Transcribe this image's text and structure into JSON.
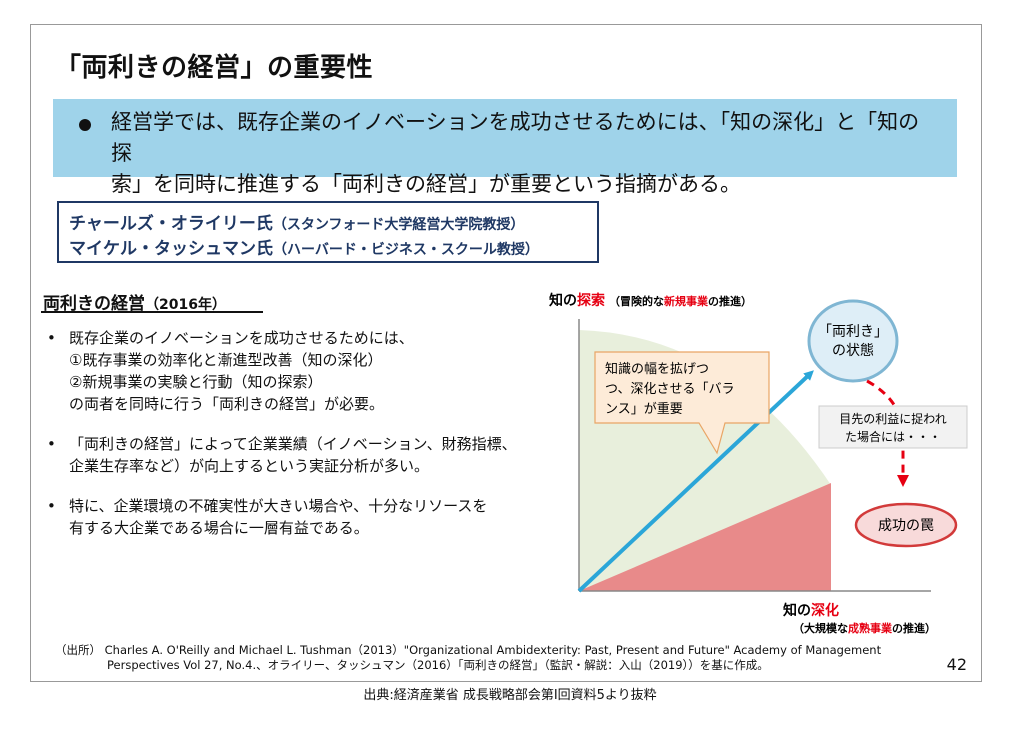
{
  "title": "「両利きの経営」の重要性",
  "summary": {
    "line1": "経営学では、既存企業のイノベーションを成功させるためには、「知の深化」と「知の探",
    "line2": "索」を同時に推進する「両利きの経営」が重要という指摘がある。"
  },
  "authors": [
    {
      "name": "チャールズ・オライリー氏",
      "affiliation": "（スタンフォード大学経営大学院教授）"
    },
    {
      "name": "マイケル・タッシュマン氏",
      "affiliation": "（ハーバード・ビジネス・スクール教授）"
    }
  ],
  "section": {
    "title": "両利きの経営",
    "year": "（2016年）"
  },
  "bullets": [
    {
      "lines": [
        "既存企業のイノベーションを成功させるためには、",
        "①既存事業の効率化と漸進型改善（知の深化）",
        "②新規事業の実験と行動（知の探索）",
        "の両者を同時に行う「両利きの経営」が必要。"
      ]
    },
    {
      "lines": [
        "「両利きの経営」によって企業業績（イノベーション、財務指標、",
        "企業生存率など）が向上するという実証分析が多い。"
      ]
    },
    {
      "lines": [
        "特に、企業環境の不確実性が大きい場合や、十分なリソースを",
        "有する大企業である場合に一層有益である。"
      ]
    }
  ],
  "bullet_marker": "•",
  "diagram": {
    "y_axis": {
      "prefix": "知の",
      "key": "探索",
      "note_open": "（冒険的な",
      "note_key": "新規事業",
      "note_close": "の推進）"
    },
    "x_axis": {
      "prefix": "知の",
      "key": "深化",
      "note_open": "（大規模な",
      "note_key": "成熟事業",
      "note_close": "の推進）"
    },
    "callout": [
      "知識の幅を拡げつ",
      "つ、深化させる「バラ",
      "ンス」が重要"
    ],
    "ambidexterity_state": [
      "「両利き」",
      "の状態"
    ],
    "warning": [
      "目先の利益に捉われ",
      "た場合には・・・"
    ],
    "trap": "成功の罠",
    "colors": {
      "accent_red": "#e60012",
      "outer_area": "#e8efdc",
      "inner_area": "#e88a8a",
      "arrow": "#2ba6d8",
      "circle_fill": "#deeef7",
      "circle_stroke": "#7fb6d3",
      "trap_fill": "#f8dada",
      "trap_stroke": "#d23a3a",
      "summary_bg": "#9fd3ea",
      "author_border": "#1f3864"
    }
  },
  "footnote": {
    "line1": "（出所） Charles A. O'Reilly and Michael L. Tushman（2013）\"Organizational Ambidexterity: Past, Present and Future\" Academy of  Management",
    "line2": "Perspectives Vol 27, No.4.、オライリー、タッシュマン（2016）「両利きの経営」（監訳・解説：入山（2019））を基に作成。"
  },
  "page_number": "42",
  "source": "出典:経済産業省 成長戦略部会第Ⅰ回資料5より抜粋"
}
